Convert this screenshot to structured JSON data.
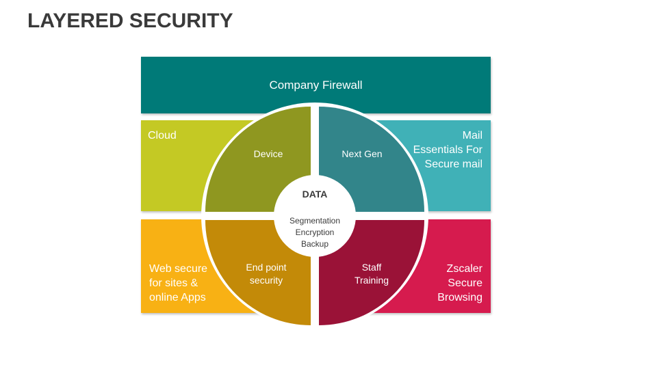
{
  "title": "LAYERED SECURITY",
  "top_layer": {
    "label": "Company Firewall",
    "color": "#007a78"
  },
  "outer_panels": {
    "cloud": {
      "label": "Cloud",
      "color": "#c4c924"
    },
    "mail": {
      "label": "Mail\nEssentials For\nSecure mail",
      "color": "#40b1b7"
    },
    "web": {
      "label": "Web secure\nfor sites &\nonline Apps",
      "color": "#f8b114"
    },
    "zscaler": {
      "label": "Zscaler\nSecure\nBrowsing",
      "color": "#d61b4e"
    }
  },
  "quadrants": {
    "device": {
      "label": "Device",
      "color": "#8f9720"
    },
    "next_gen": {
      "label": "Next Gen",
      "color": "#32858a"
    },
    "endpoint": {
      "label": "End point\nsecurity",
      "color": "#c38a08"
    },
    "staff": {
      "label": "Staff\nTraining",
      "color": "#9a1237"
    }
  },
  "center": {
    "title": "DATA",
    "items": [
      "Segmentation",
      "Encryption",
      "Backup"
    ]
  }
}
